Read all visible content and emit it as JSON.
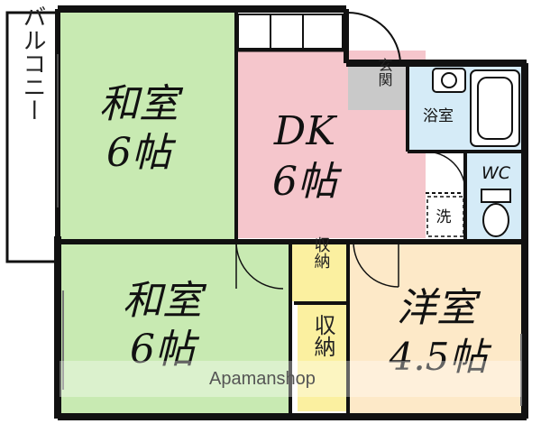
{
  "colors": {
    "washitsu": "#c8eab2",
    "dk": "#f5c6cc",
    "yoshitsu": "#fde9c8",
    "shuno": "#fbf0a0",
    "bath": "#d5ebf7",
    "wall": "#111111",
    "genkan": "#c9c9c9"
  },
  "balcony": {
    "label": "バルコニー"
  },
  "rooms": {
    "washitsu_top": {
      "name": "和室",
      "size": "6帖"
    },
    "washitsu_bottom": {
      "name": "和室",
      "size": "6帖"
    },
    "dk": {
      "name": "DK",
      "size": "6帖"
    },
    "yoshitsu": {
      "name": "洋室",
      "size": "4.5帖"
    },
    "shuno_1": {
      "label": "収納"
    },
    "shuno_2": {
      "label": "収納"
    },
    "genkan": {
      "label": "玄関"
    },
    "yokushitsu": {
      "label": "浴室"
    },
    "wc": {
      "label": "WC"
    },
    "sentaku": {
      "label": "洗"
    }
  },
  "watermark": {
    "text": "Apamanshop"
  }
}
